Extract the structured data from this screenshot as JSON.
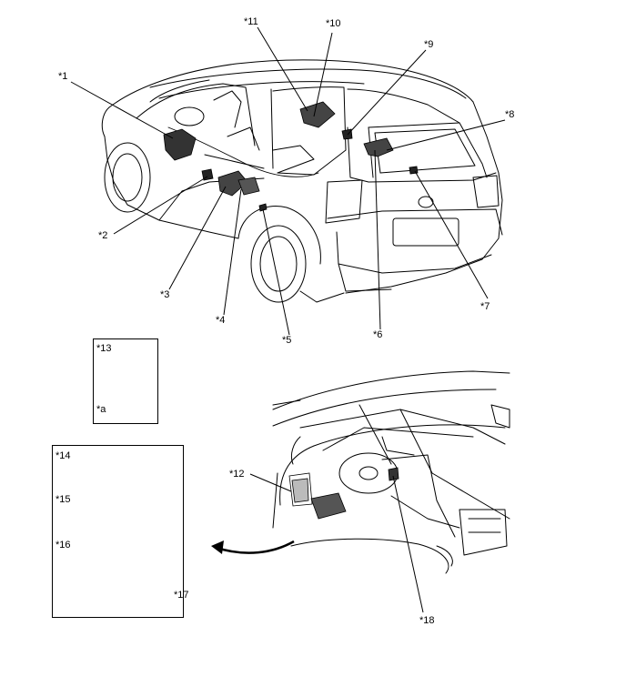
{
  "callouts": [
    "*1",
    "*2",
    "*3",
    "*4",
    "*5",
    "*6",
    "*7",
    "*8",
    "*9",
    "*10",
    "*11",
    "*12",
    "*13",
    "*14",
    "*15",
    "*16",
    "*17",
    "*18"
  ],
  "inset_note": "*a"
}
